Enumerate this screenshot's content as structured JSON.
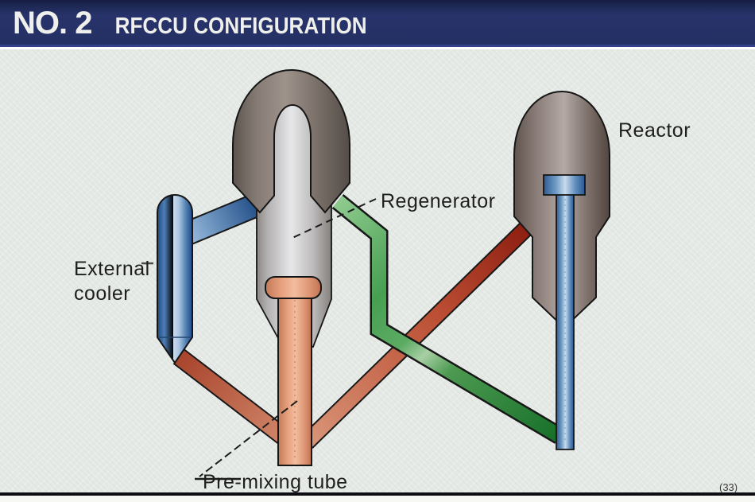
{
  "header": {
    "title_primary": "NO. 2",
    "title_secondary": "RFCCU CONFIGURATION"
  },
  "diagram": {
    "labels": {
      "external_cooler_line1": "External",
      "external_cooler_line2": "cooler",
      "regenerator": "Regenerator",
      "reactor": "Reactor",
      "premixing_tube": "Pre-mixing tube"
    },
    "corner_note": "(33)",
    "colors": {
      "header_navy": "#242f63",
      "background": "#e6eae6",
      "vessel_gray": "#8d837b",
      "inner_column_gray": "#e2e2e4",
      "cooler_blue": "#4e7fb6",
      "pipe_blue": "#3f6ea6",
      "pipe_green": "#3f9a4e",
      "pipe_red": "#a02a1f",
      "pipe_salmon": "#d98f74",
      "premix_orange": "#eaa884",
      "reactor_tube_blue": "#7fa6cc"
    }
  }
}
